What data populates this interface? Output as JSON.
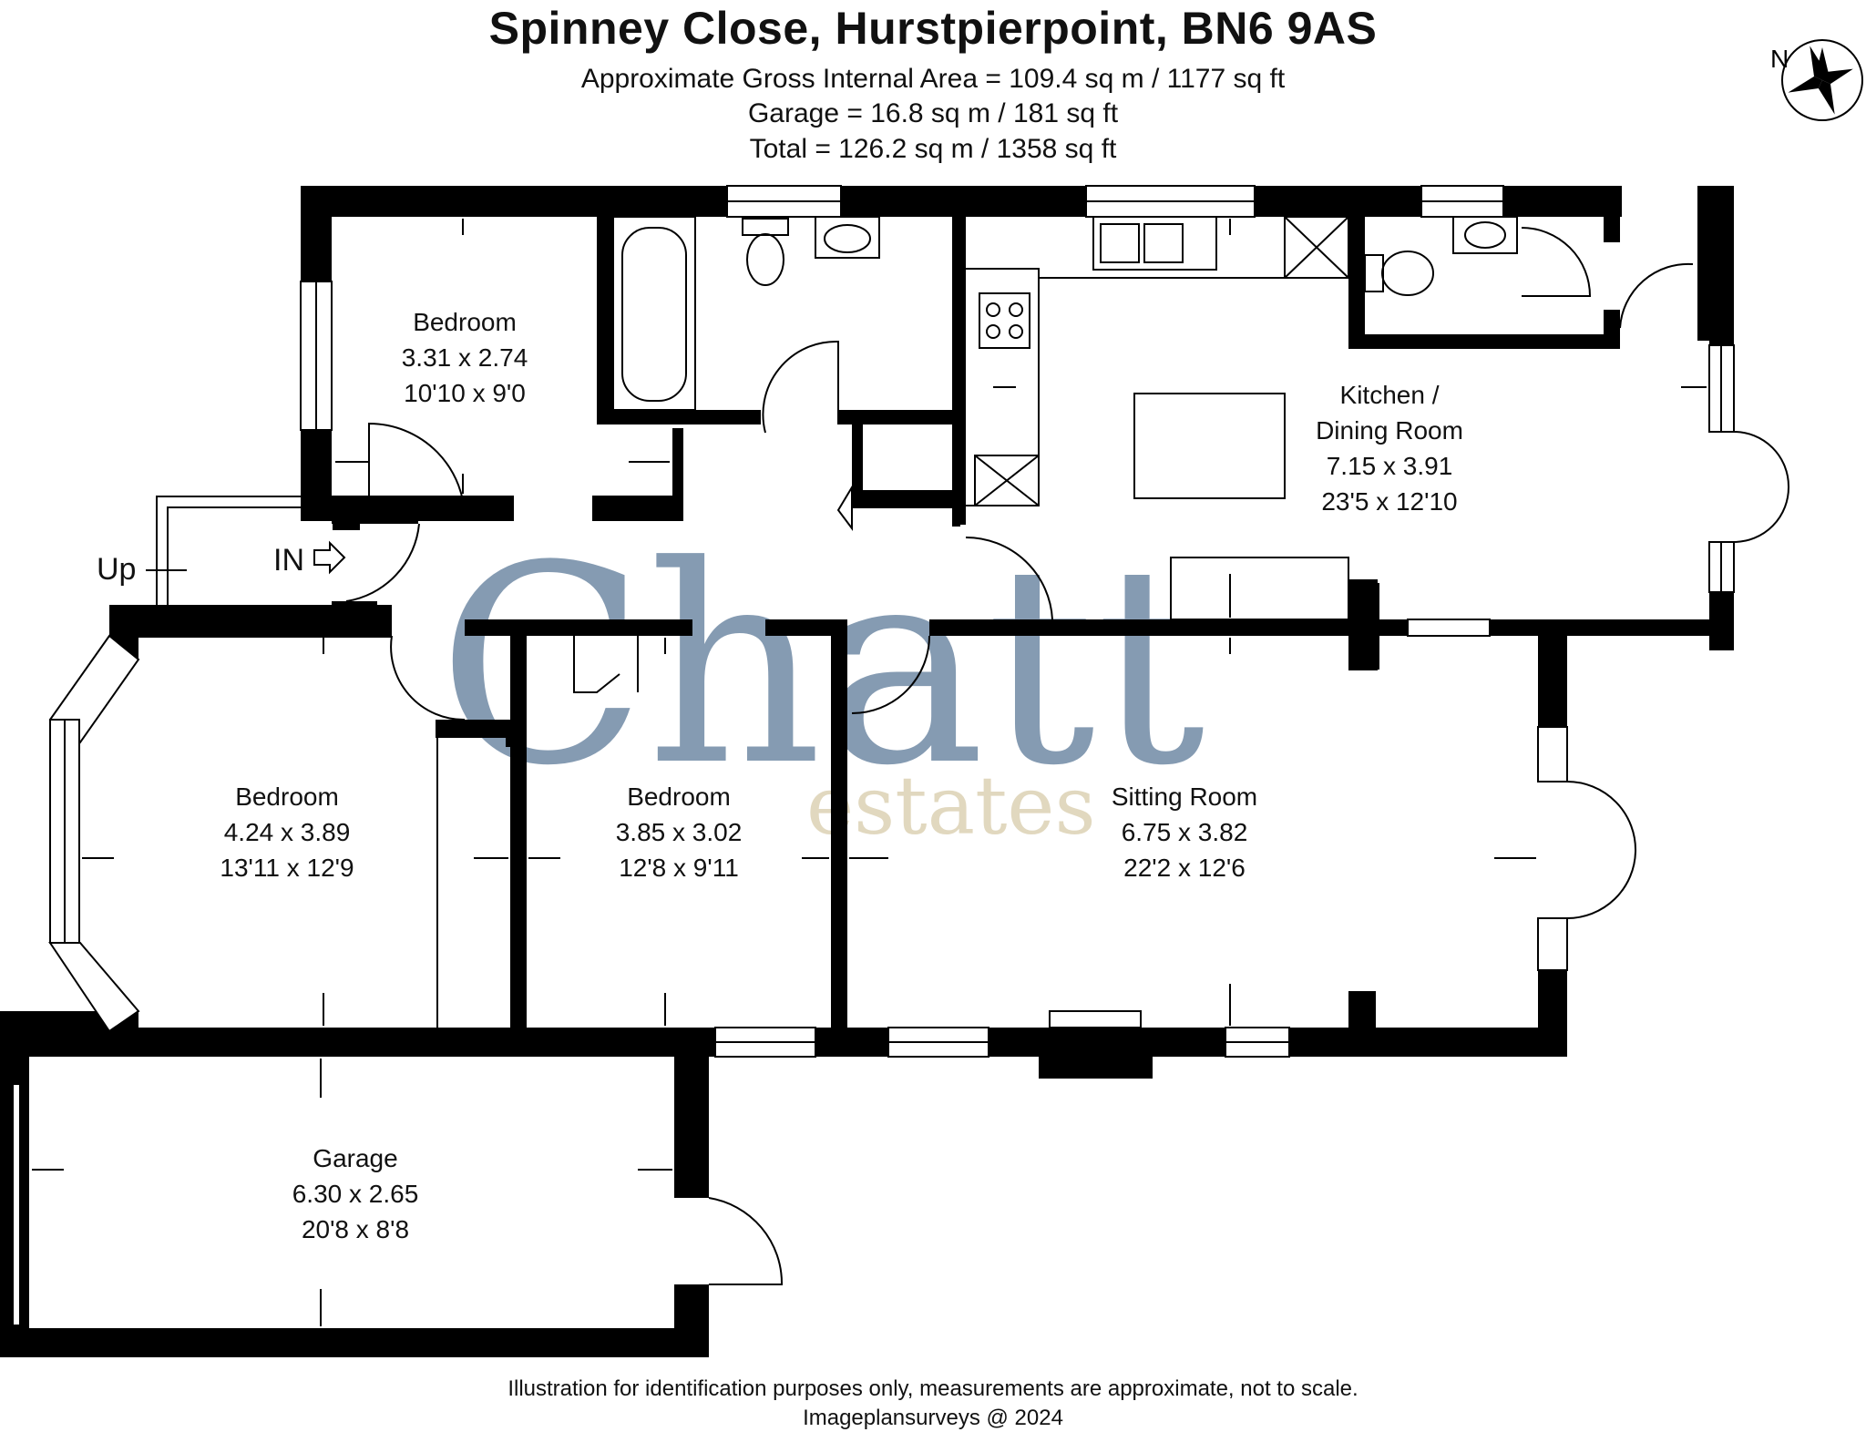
{
  "header": {
    "title": "Spinney Close, Hurstpierpoint, BN6 9AS",
    "area_lines": [
      "Approximate Gross Internal Area = 109.4 sq m / 1177 sq ft",
      "Garage = 16.8 sq m / 181 sq ft",
      "Total = 126.2 sq m / 1358 sq ft"
    ]
  },
  "compass": {
    "label": "N"
  },
  "rooms": {
    "bedroom_top": {
      "name": "Bedroom",
      "metric": "3.31 x 2.74",
      "imperial": "10'10 x 9'0"
    },
    "kitchen": {
      "name_line1": "Kitchen /",
      "name_line2": "Dining Room",
      "metric": "7.15 x 3.91",
      "imperial": "23'5 x 12'10"
    },
    "bedroom_left": {
      "name": "Bedroom",
      "metric": "4.24 x 3.89",
      "imperial": "13'11 x 12'9"
    },
    "bedroom_mid": {
      "name": "Bedroom",
      "metric": "3.85 x 3.02",
      "imperial": "12'8 x 9'11"
    },
    "sitting": {
      "name": "Sitting Room",
      "metric": "6.75 x 3.82",
      "imperial": "22'2 x 12'6"
    },
    "garage": {
      "name": "Garage",
      "metric": "6.30 x 2.65",
      "imperial": "20'8 x 8'8"
    }
  },
  "labels": {
    "up": "Up",
    "in": "IN"
  },
  "watermark": {
    "brand": "Chatt",
    "sub": "estates",
    "brand_color": "#5d7a99",
    "sub_color": "#d8ccaa"
  },
  "colors": {
    "wall": "#000000",
    "window_fill": "#ffffff"
  },
  "footer": {
    "line1": "Illustration for identification purposes only, measurements are approximate, not to scale.",
    "line2": "Imageplansurveys @ 2024"
  }
}
